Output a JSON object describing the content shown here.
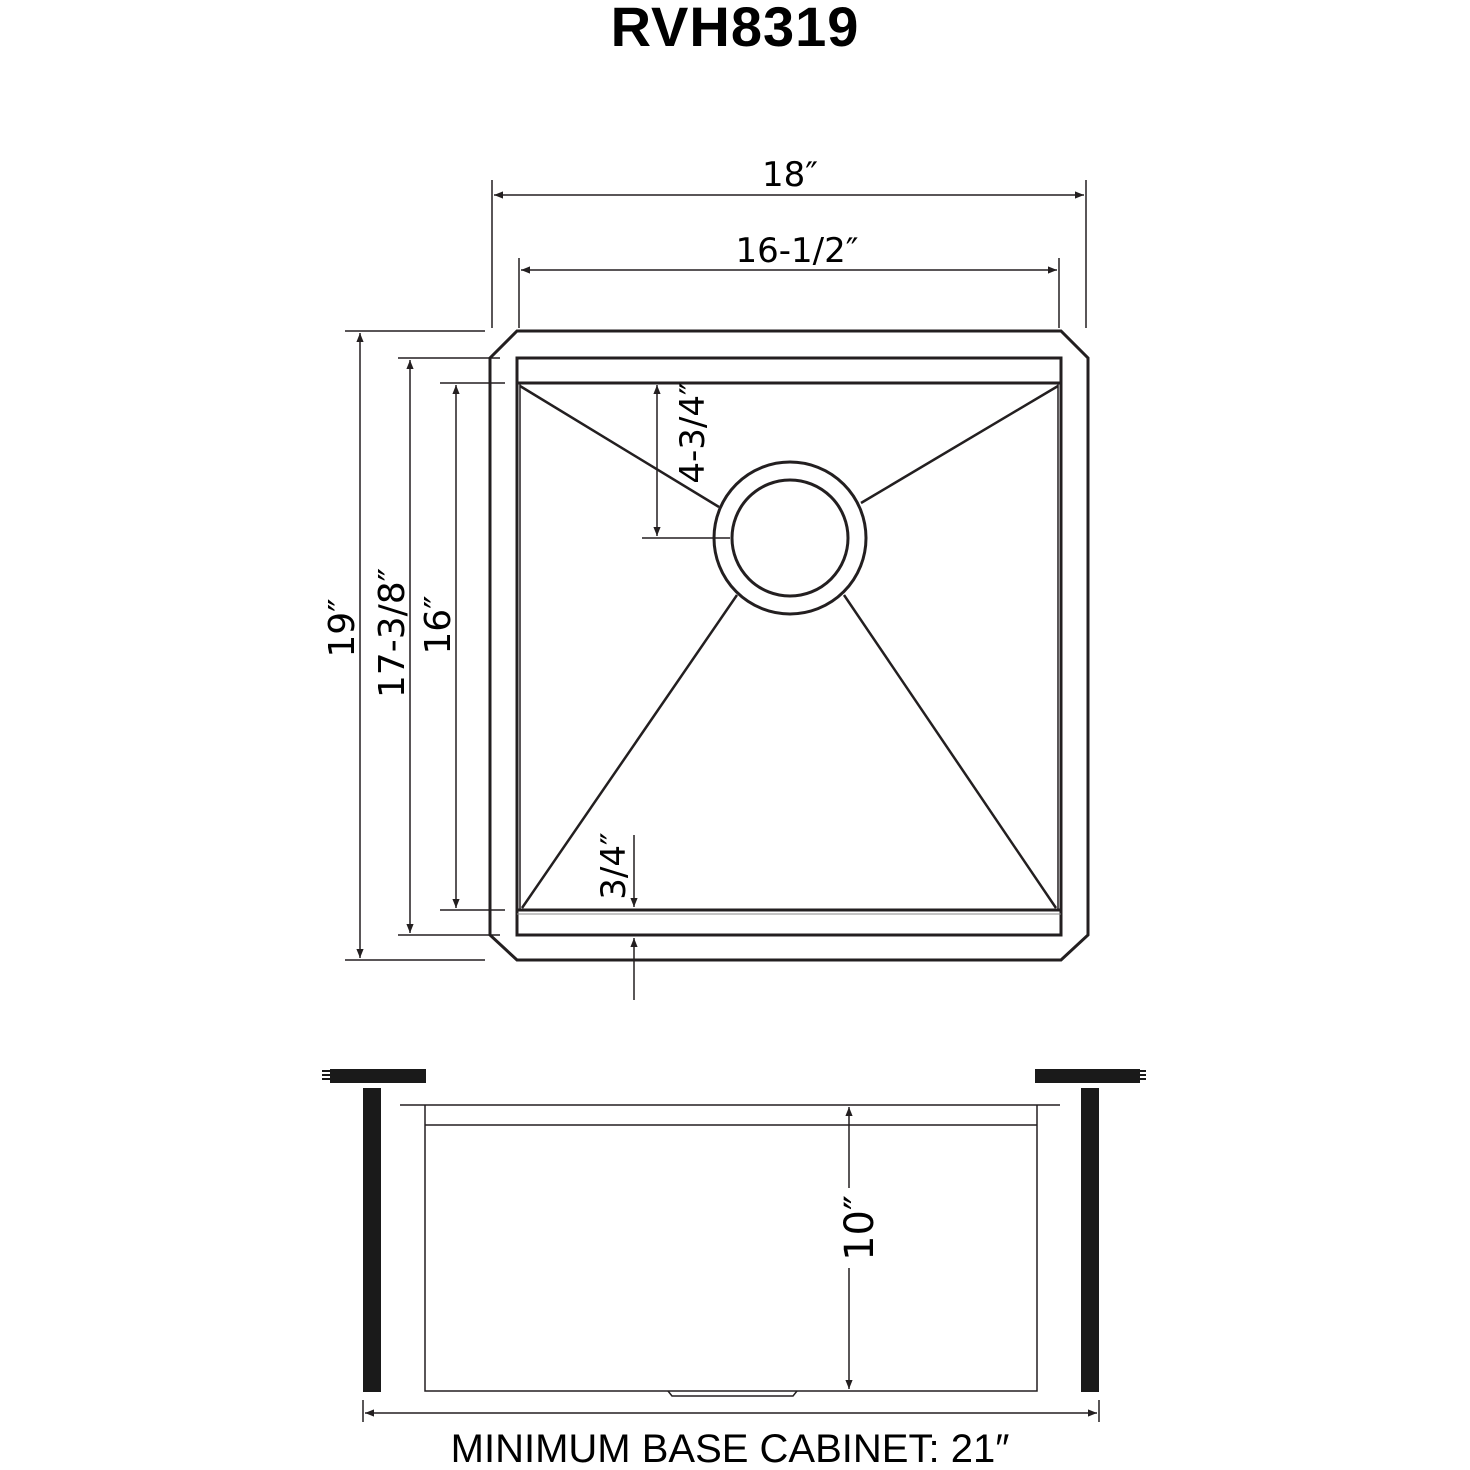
{
  "title": "RVH8319",
  "top_view": {
    "overall_width": "18″",
    "inner_width": "16-1/2″",
    "overall_depth": "19″",
    "inner_depth_a": "17-3/8″",
    "inner_depth_b": "16″",
    "drain_offset": "4-3/4″",
    "ledge_width": "3/4″"
  },
  "side_view": {
    "bowl_depth": "10″",
    "min_cabinet": "MINIMUM BASE CABINET: 21″"
  },
  "colors": {
    "line": "#231f20",
    "counter": "#1a1a1a"
  }
}
